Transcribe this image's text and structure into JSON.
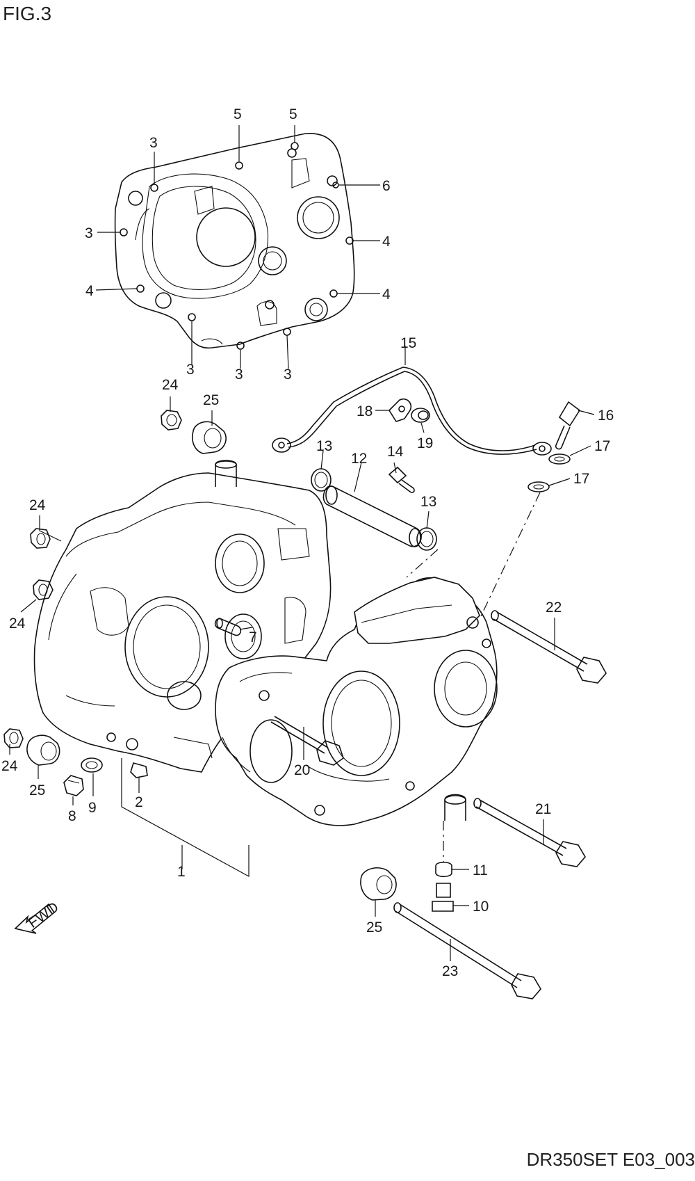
{
  "figure_title": "FIG.3",
  "footer_code": "DR350SET E03_003",
  "fwd_label": "FWD",
  "callouts": {
    "c1": "1",
    "c2": "2",
    "c3a": "3",
    "c3b": "3",
    "c3c": "3",
    "c3d": "3",
    "c3e": "3",
    "c4a": "4",
    "c4b": "4",
    "c4c": "4",
    "c5a": "5",
    "c5b": "5",
    "c6": "6",
    "c7": "7",
    "c8": "8",
    "c9": "9",
    "c10": "10",
    "c11": "11",
    "c12": "12",
    "c13a": "13",
    "c13b": "13",
    "c14": "14",
    "c15": "15",
    "c16": "16",
    "c17a": "17",
    "c17b": "17",
    "c18": "18",
    "c19": "19",
    "c20": "20",
    "c21": "21",
    "c22": "22",
    "c23": "23",
    "c24a": "24",
    "c24b": "24",
    "c24c": "24",
    "c24d": "24",
    "c25a": "25",
    "c25b": "25",
    "c25c": "25"
  }
}
